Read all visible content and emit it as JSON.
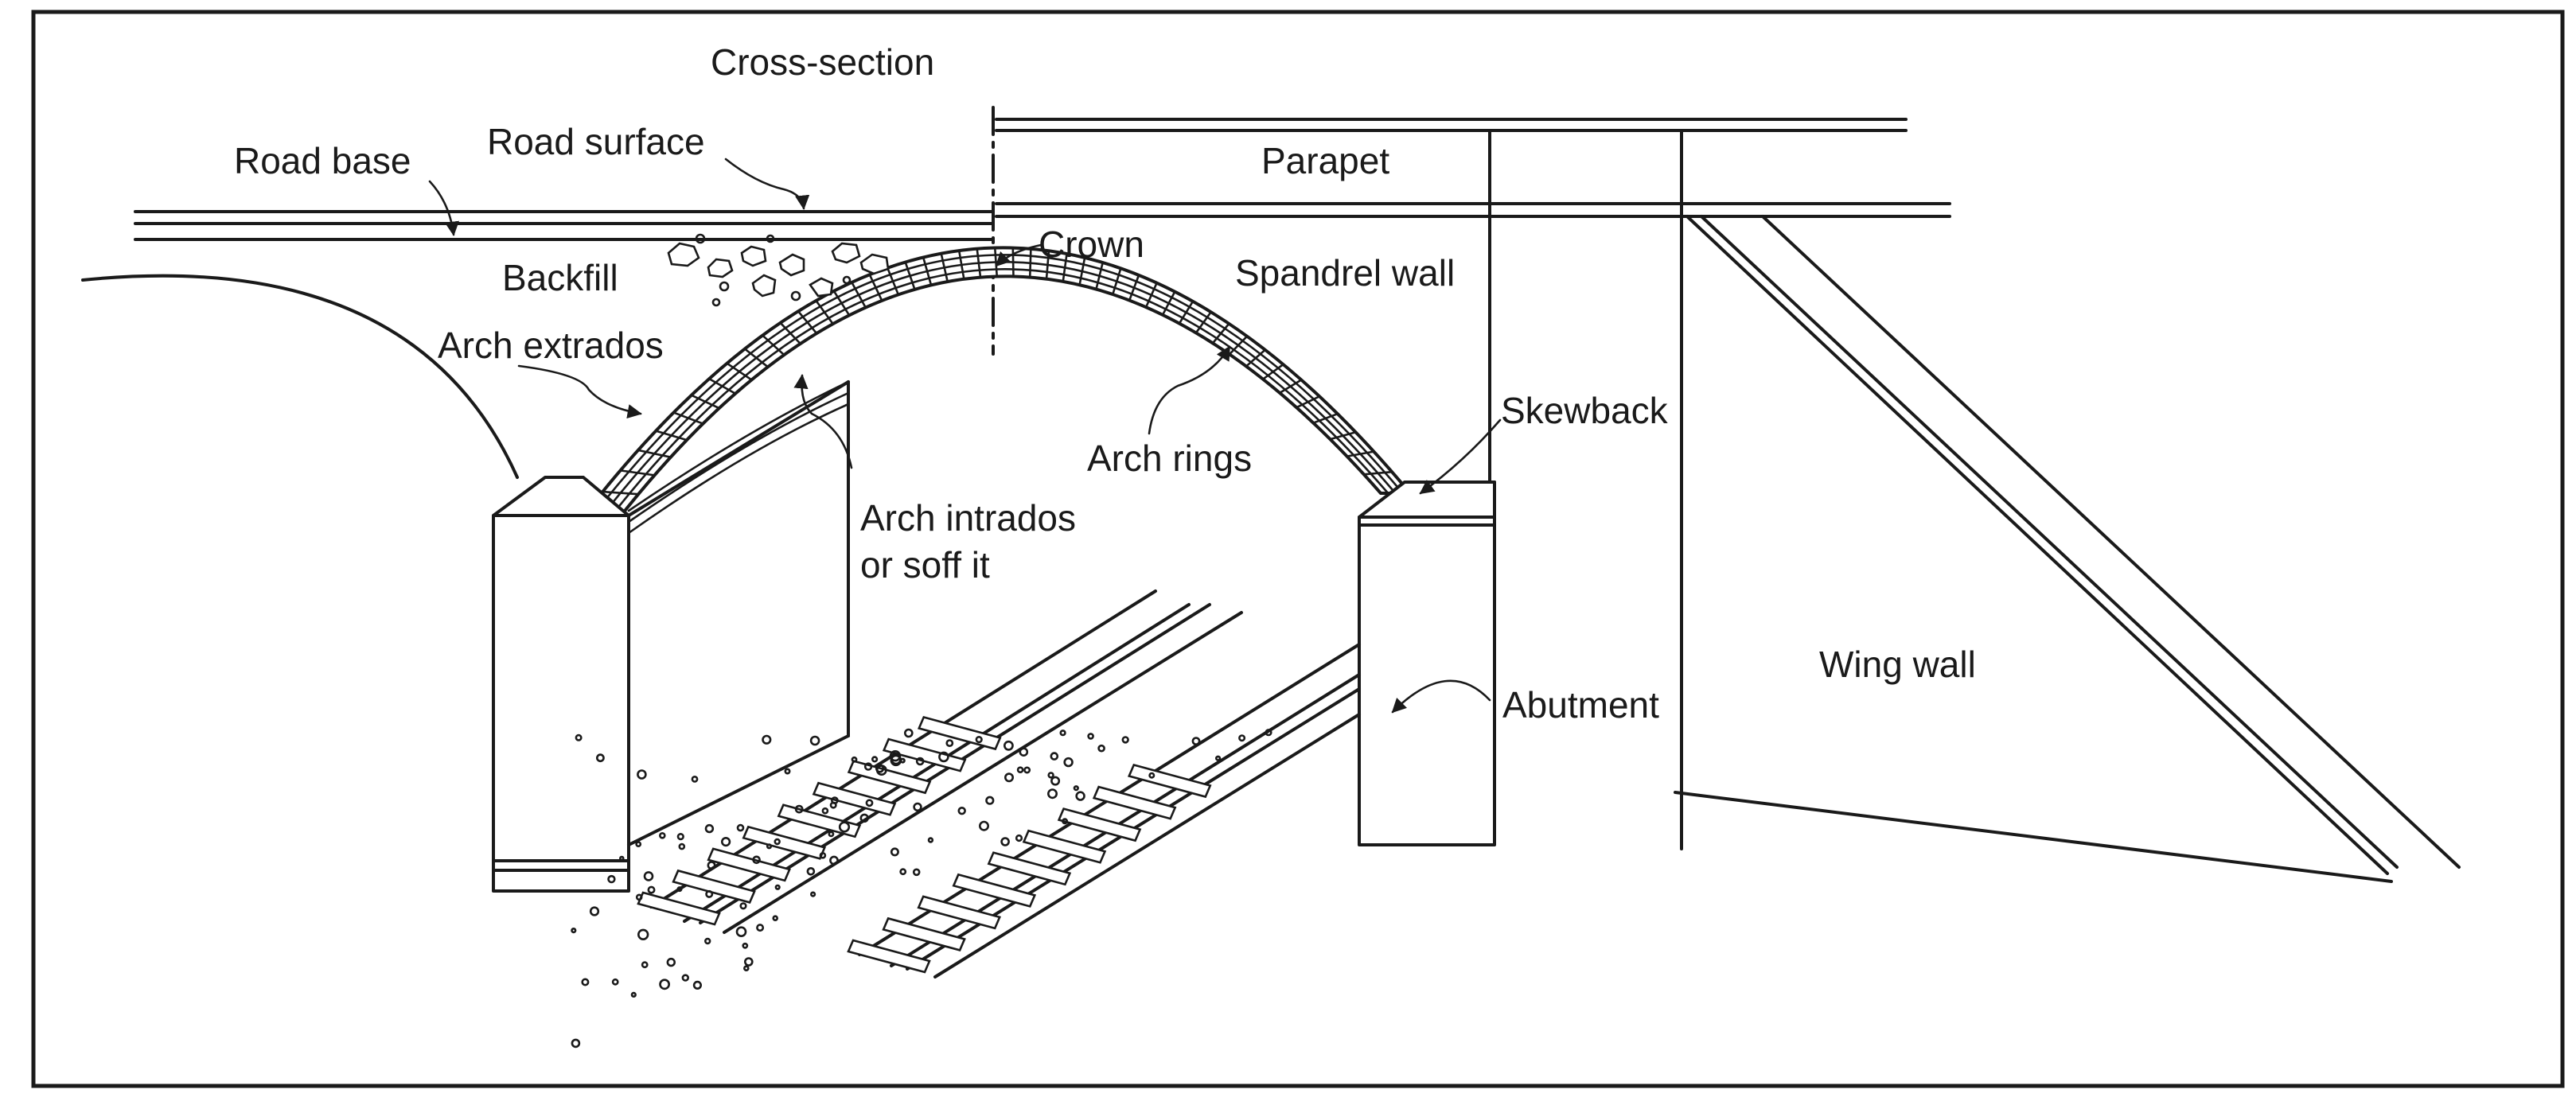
{
  "labels": {
    "cross_section": "Cross-section",
    "road_base": "Road base",
    "road_surface": "Road surface",
    "parapet": "Parapet",
    "backfill": "Backfill",
    "crown": "Crown",
    "spandrel_wall": "Spandrel wall",
    "arch_extrados": "Arch extrados",
    "skewback": "Skewback",
    "arch_rings": "Arch rings",
    "arch_intrados_line1": "Arch intrados",
    "arch_intrados_line2": "or soff it",
    "wing_wall": "Wing wall",
    "abutment": "Abutment"
  },
  "colors": {
    "line": "#1a1a1a",
    "background": "#ffffff"
  }
}
